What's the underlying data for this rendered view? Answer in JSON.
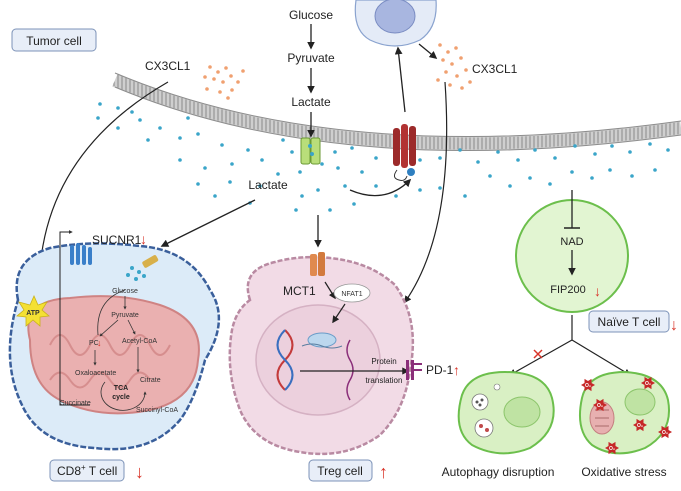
{
  "colors": {
    "membrane": "#9e9e9e",
    "lactate_dot": "#3aa5c9",
    "cx3cl1_dot": "#f0a070",
    "cd8_fill": "#dcebf8",
    "cd8_stroke": "#3a5f9b",
    "treg_fill": "#f2dbe6",
    "treg_stroke": "#b98aa2",
    "naive_fill": "#e2f5d2",
    "naive_stroke": "#6cbf4c",
    "mito": "#e8a5a5",
    "arrow_up_down": "#d9352a",
    "label_box": "#e8eef8"
  },
  "labels": {
    "tumor_cell": "Tumor cell",
    "glucose_top": "Glucose",
    "pyruvate_top": "Pyruvate",
    "lactate_top": "Lactate",
    "cx3cl1_left": "CX3CL1",
    "cx3cl1_right": "CX3CL1",
    "lactate_mid": "Lactate",
    "sucnr1": "SUCNR1",
    "cd8_prefix": "CD8",
    "cd8_sup": "+",
    "cd8_suffix": " T cell",
    "treg_cell": "Treg cell",
    "naive_t_cell": "Naïve T cell",
    "mct1": "MCT1",
    "nfat1": "NFAT1",
    "protein": "Protein",
    "translation": "translation",
    "pd1": "PD-1",
    "nad": "NAD",
    "fip200": "FIP200",
    "autophagy_disruption": "Autophagy disruption",
    "oxidative_stress": "Oxidative stress",
    "atp": "ATP",
    "glucose_in": "Glucose",
    "pyruvate_in": "Pyruvate",
    "pc": "PC",
    "acetyl_coa": "Acetyl-CoA",
    "oxaloacetate": "Oxaloacetate",
    "citrate": "Citrate",
    "tca": "TCA",
    "cycle": "cycle",
    "succinate": "Succinate",
    "succinyl_coa": "Succinyl-CoA",
    "down_arrow": "↓",
    "up_arrow": "↑",
    "ros": "O₂"
  }
}
